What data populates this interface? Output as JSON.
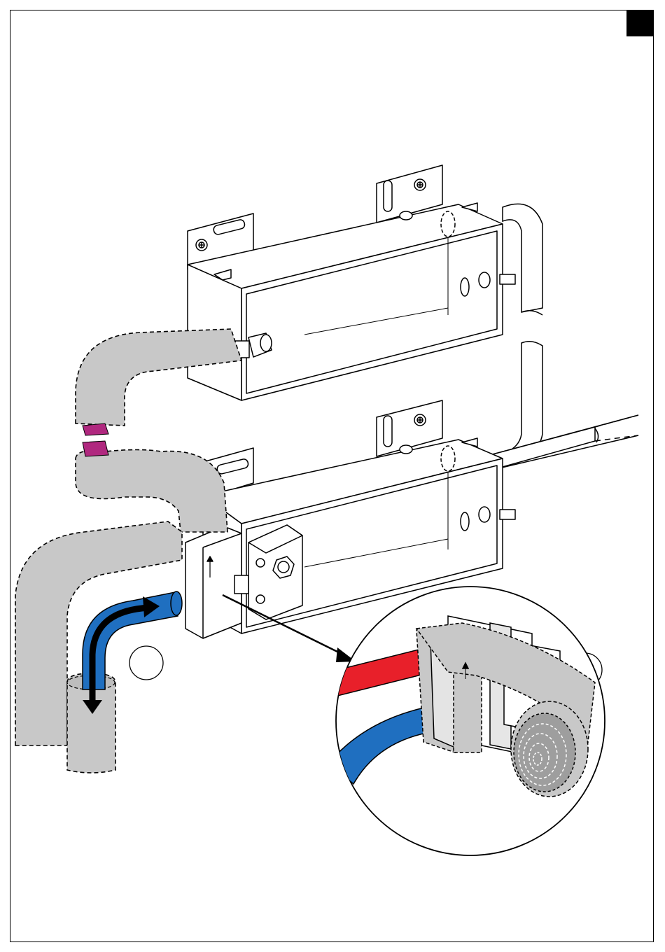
{
  "diagram": {
    "type": "installation-illustration",
    "page_corner_mark": "black-square",
    "colors": {
      "insulation_grey": "#c8c8c8",
      "cold_pipe_blue": "#1f6fc0",
      "hot_pipe_red": "#e8202a",
      "clip_magenta": "#b0287f",
      "outline": "#000000",
      "box_fill": "#ffffff"
    },
    "label_markers": [
      "empty-circle-marker",
      "empty-circle-marker"
    ],
    "icons": [
      "flow-arrow-icon",
      "screw-icon",
      "nut-bolt-icon",
      "insulation-roll-icon"
    ]
  }
}
